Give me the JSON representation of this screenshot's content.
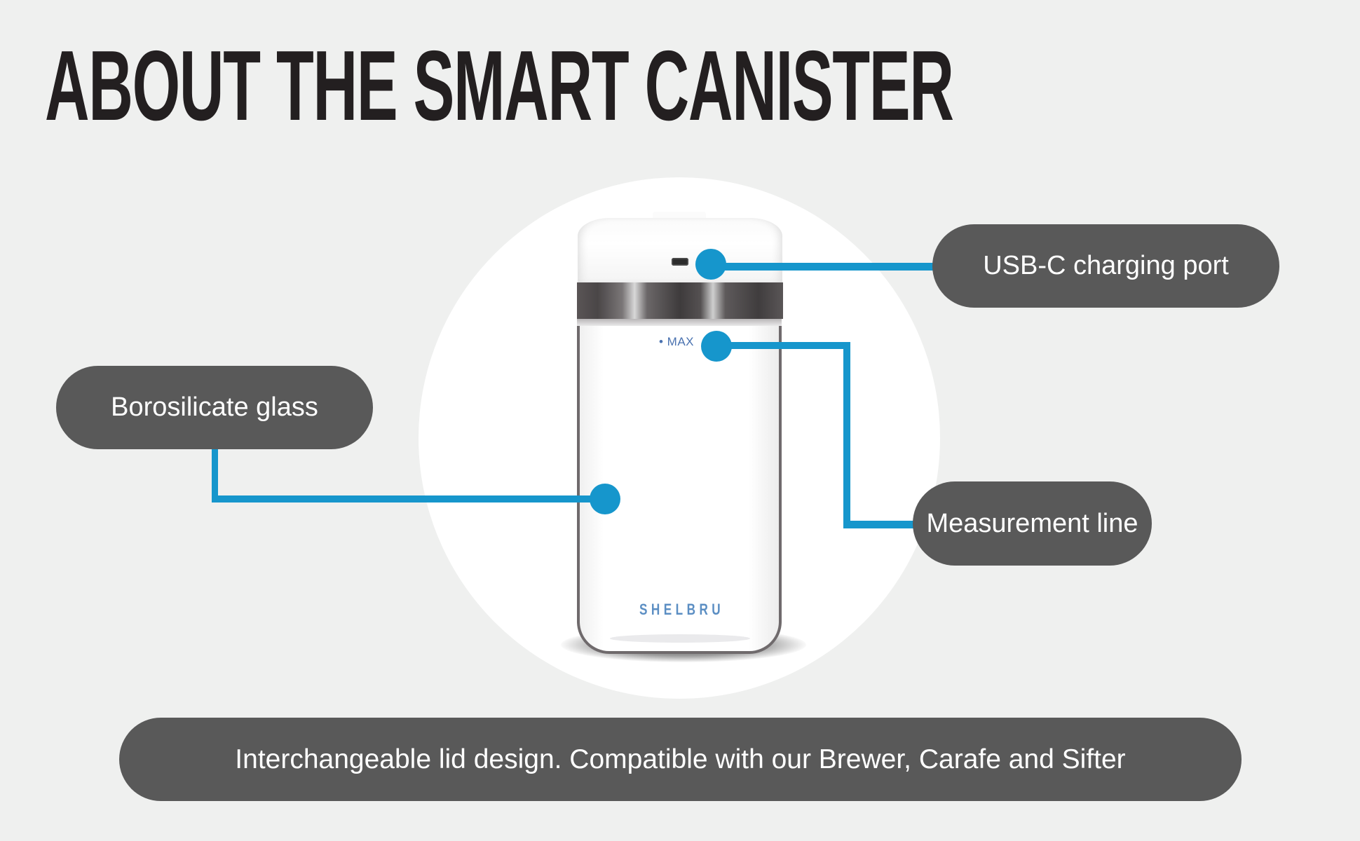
{
  "title": "ABOUT THE SMART CANISTER",
  "product": {
    "brand": "SHELBRU",
    "max_mark": "• MAX",
    "icons": {
      "usb_port": "usb-c-port-icon",
      "callout_dot": "callout-dot-icon"
    }
  },
  "callouts": [
    {
      "label": "USB-C charging port",
      "target": "lid"
    },
    {
      "label": "Borosilicate glass",
      "target": "glass-body"
    },
    {
      "label": "Measurement line",
      "target": "max-mark"
    }
  ],
  "footer": {
    "label": "Interchangeable lid design. Compatible with our Brewer, Carafe and Sifter"
  },
  "colors": {
    "background": "#eff0ef",
    "title": "#231f20",
    "callout_line": "#1696cc",
    "pill_background": "#595959",
    "pill_text": "#ffffff",
    "brand_text": "#5b8ec3",
    "max_text": "#4a72b0"
  }
}
